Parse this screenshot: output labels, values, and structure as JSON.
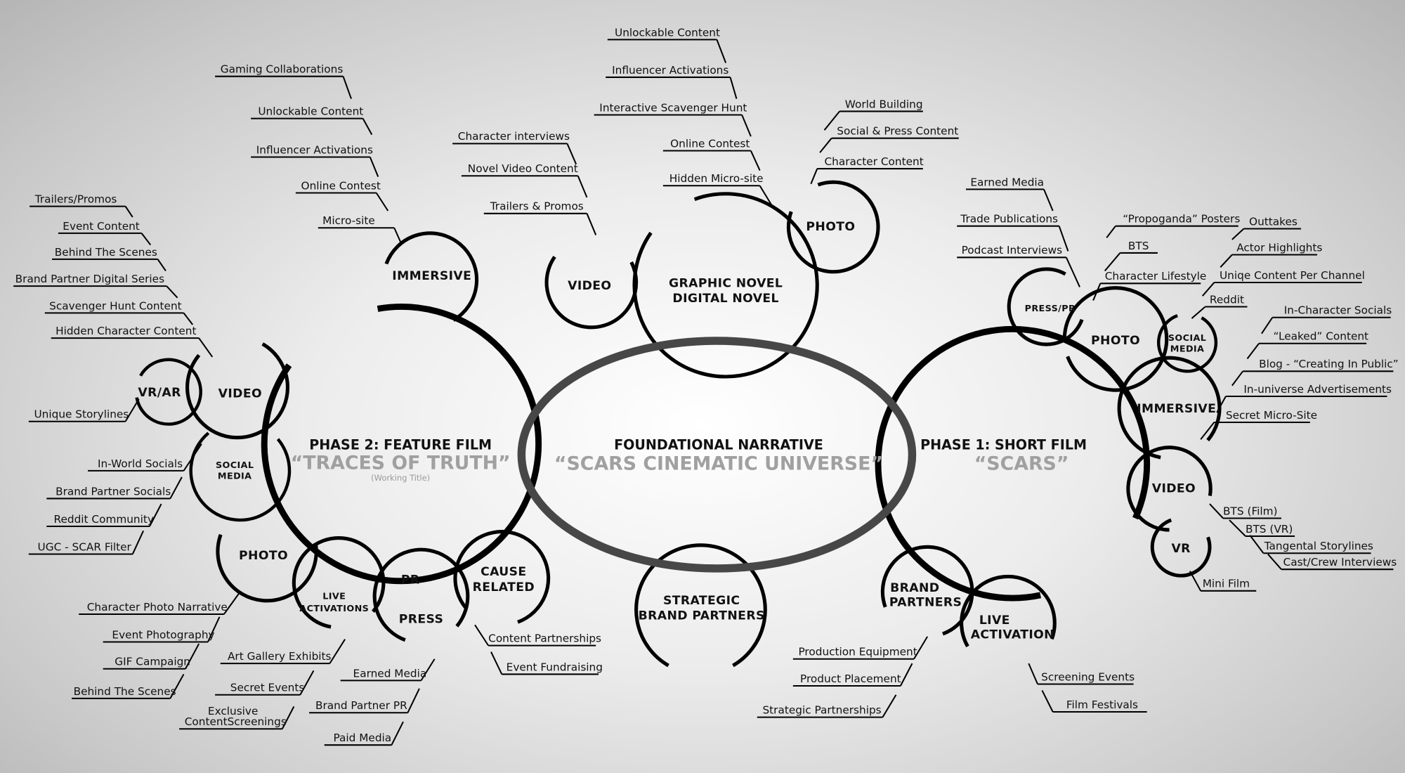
{
  "center": {
    "title": "FOUNDATIONAL NARRATIVE",
    "subtitle": "“SCARS CINEMATIC UNIVERSE”"
  },
  "phase2": {
    "title": "PHASE 2:  FEATURE FILM",
    "subtitle": "“TRACES OF TRUTH”",
    "note": "(Working Title)"
  },
  "phase1": {
    "title": "PHASE 1:  SHORT FILM",
    "subtitle": "“SCARS”"
  },
  "nodes": {
    "p2_immersive": "IMMERSIVE",
    "top_video": "VIDEO",
    "graphic_novel": [
      "GRAPHIC NOVEL",
      "DIGITAL NOVEL"
    ],
    "top_photo": "PHOTO",
    "p2_vrar": "VR/AR",
    "p2_video": "VIDEO",
    "p2_social": [
      "SOCIAL",
      "MEDIA"
    ],
    "p2_photo": "PHOTO",
    "p2_live": [
      "LIVE",
      "ACTIVATIONS"
    ],
    "p2_pr": [
      "PR",
      "PRESS"
    ],
    "p2_cause": [
      "CAUSE",
      "RELATED"
    ],
    "strategic": [
      "STRATEGIC",
      "BRAND PARTNERS"
    ],
    "p1_press": "PRESS/PR",
    "p1_photo": "PHOTO",
    "p1_social": [
      "SOCIAL",
      "MEDIA"
    ],
    "p1_immersive": "IMMERSIVE",
    "p1_video": "VIDEO",
    "p1_vr": "VR",
    "p1_brand": [
      "BRAND",
      "PARTNERS"
    ],
    "p1_live": [
      "LIVE",
      "ACTIVATION"
    ]
  },
  "leaves": {
    "p2_video": [
      "Trailers/Promos",
      "Event Content",
      "Behind The Scenes",
      "Brand Partner Digital Series",
      "Scavenger Hunt Content",
      "Hidden Character Content"
    ],
    "p2_vrar": [
      "Unique Storylines"
    ],
    "p2_social": [
      "In-World Socials",
      "Brand Partner Socials",
      "Reddit Community",
      "UGC - SCAR Filter"
    ],
    "p2_photo": [
      "Character Photo Narrative",
      "Event Photography",
      "GIF Campaign",
      "Behind The Scenes"
    ],
    "p2_live": [
      "Art Gallery Exhibits",
      "Secret Events",
      "Exclusive",
      "ContentScreenings"
    ],
    "p2_pr": [
      "Earned Media",
      "Brand Partner PR",
      "Paid Media"
    ],
    "p2_cause": [
      "Content Partnerships",
      "Event Fundraising"
    ],
    "p2_immersive": [
      "Gaming Collaborations",
      "Unlockable Content",
      "Influencer Activations",
      "Online Contest",
      "Micro-site"
    ],
    "top_video": [
      "Character interviews",
      "Novel Video Content",
      "Trailers & Promos"
    ],
    "graphic_novel": [
      "Unlockable Content",
      "Influencer Activations",
      "Interactive Scavenger Hunt",
      "Online Contest",
      "Hidden Micro-site"
    ],
    "top_photo": [
      "World Building",
      "Social & Press Content",
      "Character Content"
    ],
    "p1_press": [
      "Earned Media",
      "Trade Publications",
      "Podcast Interviews"
    ],
    "p1_photo": [
      "“Propoganda” Posters",
      "BTS",
      "Character Lifestyle"
    ],
    "p1_social": [
      "Outtakes",
      "Actor Highlights",
      "Uniqe Content Per Channel",
      "Reddit"
    ],
    "p1_immersive": [
      "In-Character Socials",
      "“Leaked” Content",
      "Blog - “Creating In Public”",
      "In-universe Advertisements",
      "Secret Micro-Site"
    ],
    "p1_vr": [
      "BTS (Film)",
      "BTS (VR)",
      "Tangental Storylines",
      "Cast/Crew Interviews",
      "Mini Film"
    ],
    "p1_brand": [
      "Production Equipment",
      "Product Placement",
      "Strategic Partnerships"
    ],
    "p1_live": [
      "Screening Events",
      "Film Festivals"
    ]
  }
}
